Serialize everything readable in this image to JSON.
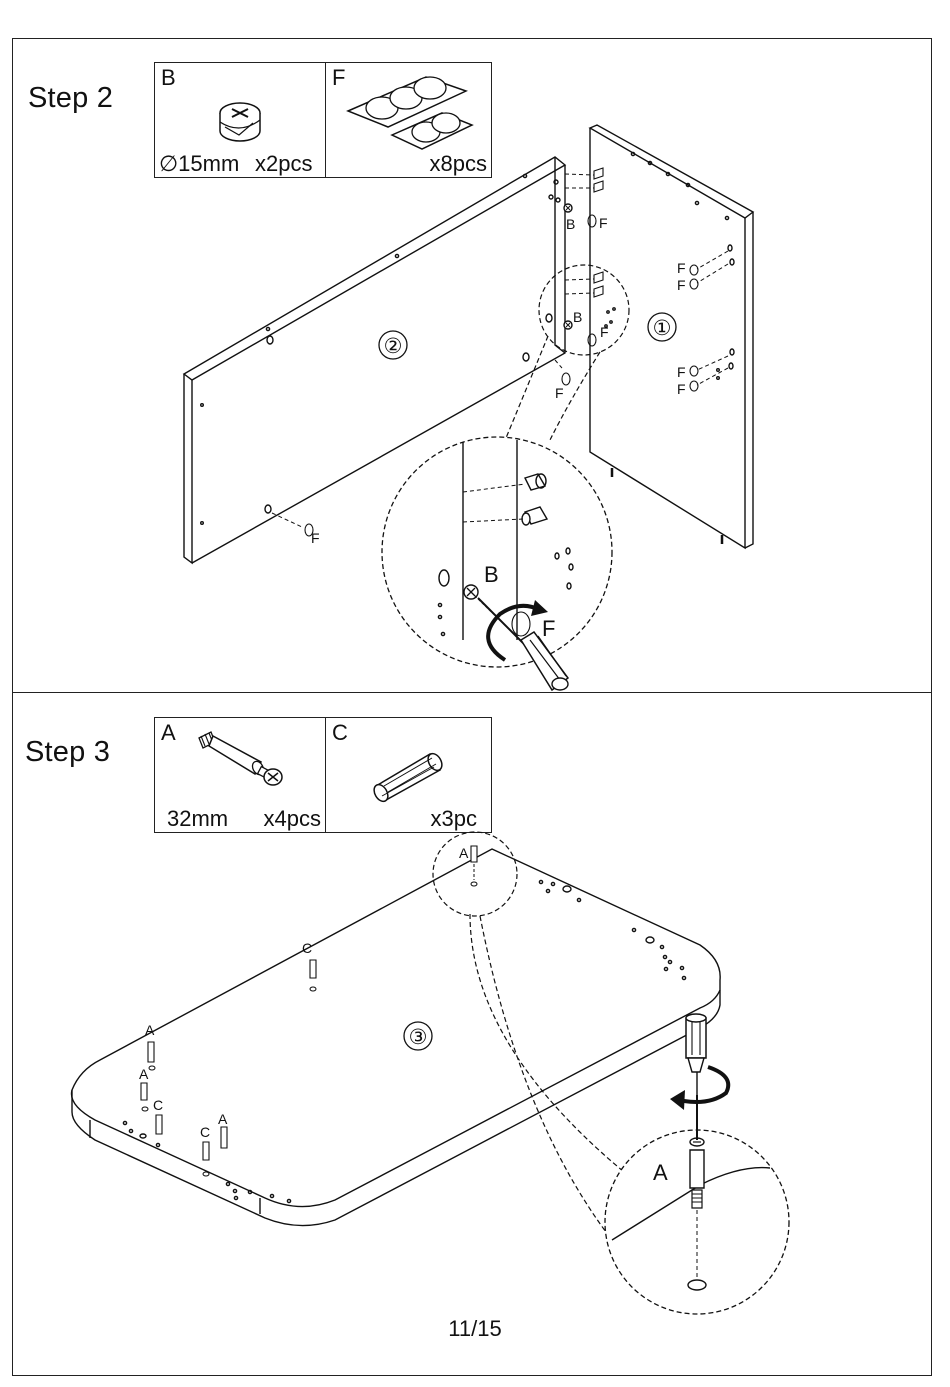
{
  "steps": [
    {
      "title": "Step 2",
      "panels": [
        "②",
        "①"
      ],
      "parts": [
        {
          "letter": "B",
          "size": "∅15mm",
          "quantity": "x2pcs"
        },
        {
          "letter": "F",
          "size": "",
          "quantity": "x8pcs"
        }
      ],
      "callouts": {
        "cam": "B",
        "cover": "F",
        "detail_cam": "B",
        "detail_cover": "F"
      }
    },
    {
      "title": "Step 3",
      "panels": [
        "③"
      ],
      "parts": [
        {
          "letter": "A",
          "size": "32mm",
          "quantity": "x4pcs"
        },
        {
          "letter": "C",
          "size": "",
          "quantity": "x3pc"
        }
      ],
      "callouts": {
        "bolt": "A",
        "dowel": "C",
        "detail_bolt": "A"
      }
    }
  ],
  "page_number": "11/15"
}
